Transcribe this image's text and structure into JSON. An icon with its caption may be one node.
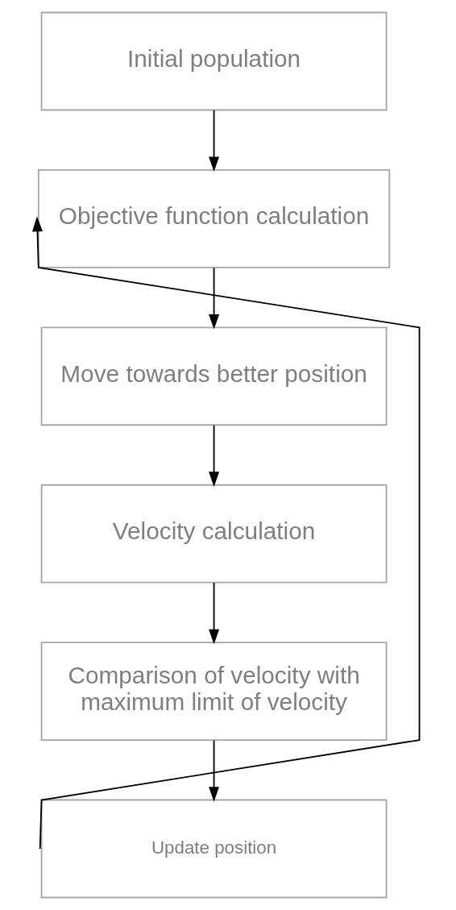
{
  "diagram": {
    "nodes": [
      {
        "text": [
          "Initial population"
        ]
      },
      {
        "text": [
          "Objective function calculation"
        ]
      },
      {
        "text": [
          "Move towards better position"
        ]
      },
      {
        "text": [
          "Velocity calculation"
        ]
      },
      {
        "text": [
          "Comparison of velocity with maximum limit of velocity"
        ]
      },
      {
        "text": [
          "Update position"
        ]
      }
    ],
    "edges": [
      {
        "from": 0,
        "to": 1,
        "arrow": "to"
      },
      {
        "from": 1,
        "to": 2,
        "arrow": "to"
      },
      {
        "from": 2,
        "to": 3,
        "arrow": "to"
      },
      {
        "from": 3,
        "to": 4,
        "arrow": "to"
      },
      {
        "from": 4,
        "to": 5,
        "arrow": "to"
      },
      {
        "from": 5,
        "to": 1,
        "arrow": "to"
      }
    ]
  }
}
